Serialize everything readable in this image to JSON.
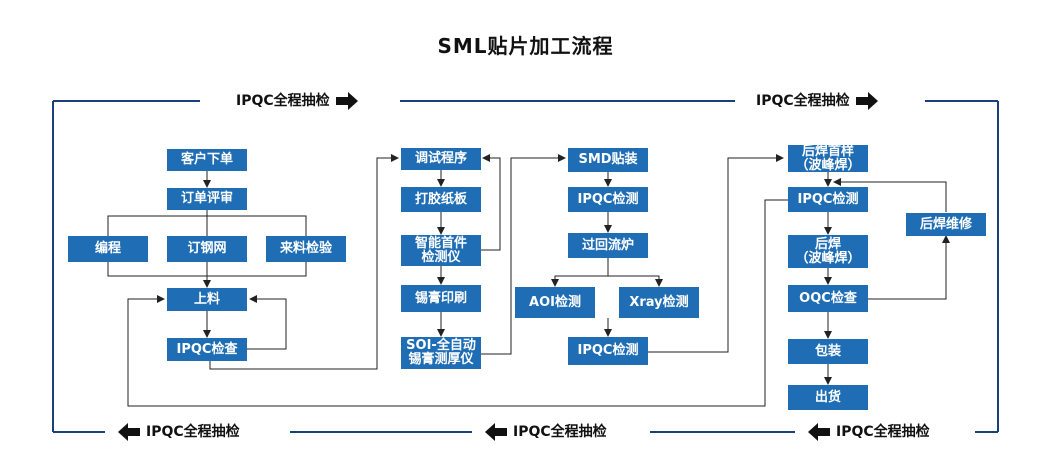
{
  "title": "SML贴片加工流程",
  "ipqc_label": "IPQC全程抽检",
  "nodes": {
    "customer_order": "客户下单",
    "order_review": "订单评审",
    "programming": "编程",
    "stencil": "订钢网",
    "incoming_inspection": "来料检验",
    "loading": "上料",
    "ipqc_check": "IPQC检查",
    "debug_program": "调试程序",
    "glue_board": "打胶纸板",
    "first_article": "智能首件\n检测仪",
    "solder_print": "锡膏印刷",
    "spi": "SOI-全自动\n锡膏测厚仪",
    "smd": "SMD贴装",
    "ipqc_test_1": "IPQC检测",
    "reflow": "过回流炉",
    "aoi": "AOI检测",
    "xray": "Xray检测",
    "ipqc_test_2": "IPQC检测",
    "post_weld_first": "后焊首样\n（波峰焊）",
    "ipqc_test_3": "IPQC检测",
    "post_weld": "后焊\n（波峰焊）",
    "oqc": "OQC检查",
    "packaging": "包装",
    "shipping": "出货",
    "post_weld_repair": "后焊维修"
  },
  "colors": {
    "box": "#1f6db5",
    "border_line": "#1a3f7a",
    "connector": "#222222"
  }
}
